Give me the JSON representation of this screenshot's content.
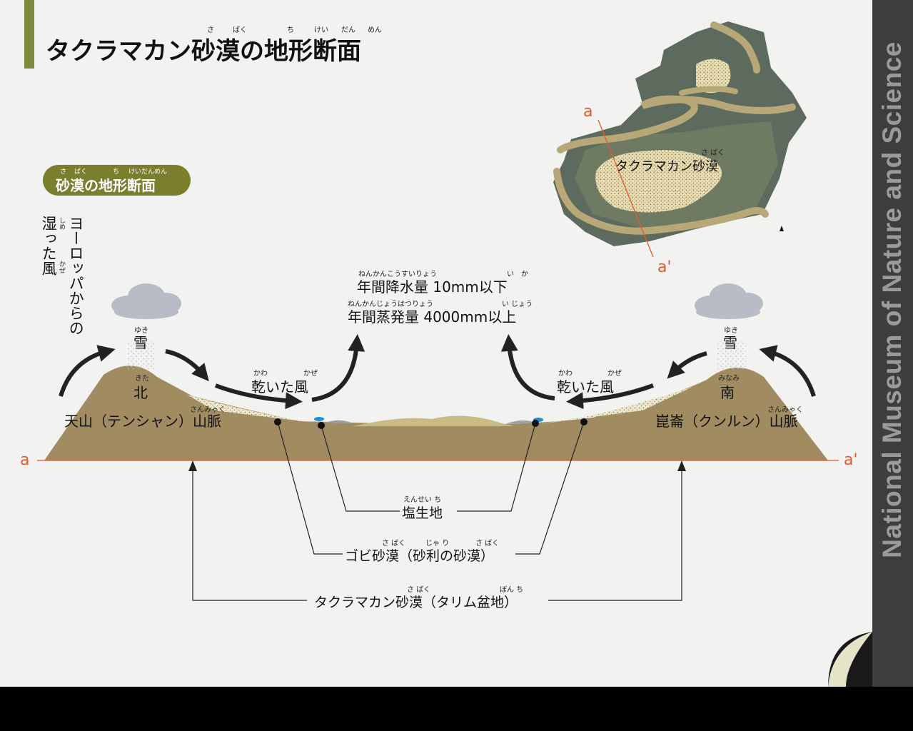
{
  "title": {
    "text": "タクラマカン砂漠の地形断面",
    "ruby": [
      "さ",
      "ばく",
      "ち",
      "けい",
      "だん",
      "めん"
    ]
  },
  "badge": {
    "text": "砂漠の地形断面",
    "ruby": [
      "さ",
      "ばく",
      "ち",
      "けいだんめん"
    ]
  },
  "sidebar": {
    "text": "National Museum of Nature and Science"
  },
  "map": {
    "label": "タクラマカン砂漠",
    "label_ruby": "さ ばく",
    "a": "a",
    "a_prime": "a'"
  },
  "wind_note": {
    "line1": "ヨーロッパからの",
    "line2": "湿った風",
    "ruby1": "しめ",
    "ruby2": "かぜ"
  },
  "climate": {
    "rain": "年間降水量 10mm以下",
    "rain_ruby": "ねんかんこうすいりょう",
    "rain_ruby2": "い　か",
    "evap": "年間蒸発量 4000mm以上",
    "evap_ruby": "ねんかんじょうはつりょう",
    "evap_ruby2": "い じょう"
  },
  "north": {
    "snow": "雪",
    "snow_ruby": "ゆき",
    "dir": "北",
    "dir_ruby": "きた",
    "range": "天山（テンシャン）山脈",
    "range_ruby": "さんみゃく",
    "wind": "乾いた風",
    "wind_ruby1": "かわ",
    "wind_ruby2": "かぜ"
  },
  "south": {
    "snow": "雪",
    "snow_ruby": "ゆき",
    "dir": "南",
    "dir_ruby": "みなみ",
    "range": "崑崙（クンルン）山脈",
    "range_ruby": "さんみゃく",
    "wind": "乾いた風",
    "wind_ruby1": "かわ",
    "wind_ruby2": "かぜ"
  },
  "section": {
    "a": "a",
    "a_prime": "a'"
  },
  "legend": {
    "salt": "塩生地",
    "salt_ruby": "えんせい ち",
    "gobi": "ゴビ砂漠（砂利の砂漠）",
    "gobi_ruby": [
      "さ ばく",
      "じゃ り",
      "さ ばく"
    ],
    "takla": "タクラマカン砂漠（タリム盆地）",
    "takla_ruby": [
      "さ ばく",
      "ぼん ち"
    ]
  },
  "colors": {
    "mountain": "#a08c60",
    "sand": "#e3dcc0",
    "accent": "#7a7f2e",
    "red": "#e25a2e",
    "cloud": "#b8bcc4",
    "water": "#1d8fd0"
  }
}
